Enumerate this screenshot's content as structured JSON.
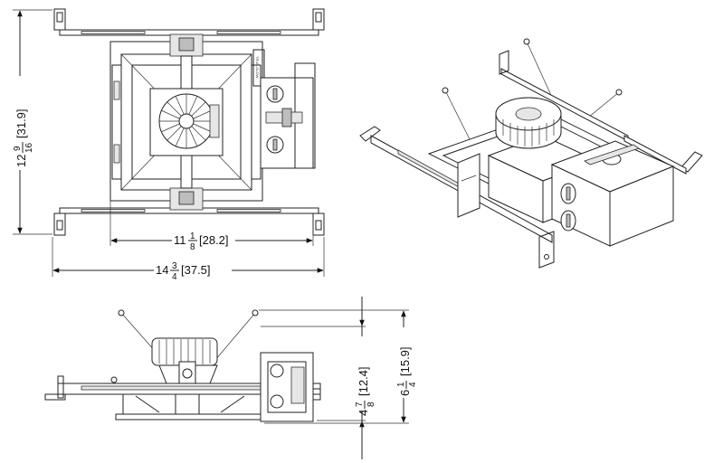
{
  "dimensions": {
    "height_overall": {
      "whole": "12",
      "num": "9",
      "den": "16",
      "metric": "[31.9]"
    },
    "width_frame": {
      "whole": "11",
      "num": "1",
      "den": "8",
      "metric": "[28.2]"
    },
    "width_overall": {
      "whole": "14",
      "num": "3",
      "den": "4",
      "metric": "[37.5]"
    },
    "depth_housing": {
      "whole": "4",
      "num": "7",
      "den": "8",
      "metric": "[12.4]"
    },
    "depth_overall": {
      "whole": "6",
      "num": "1",
      "den": "4",
      "metric": "[15.9]"
    }
  },
  "colors": {
    "line": "#222222",
    "fill": "#ffffff",
    "shade": "#e6e6e6"
  }
}
